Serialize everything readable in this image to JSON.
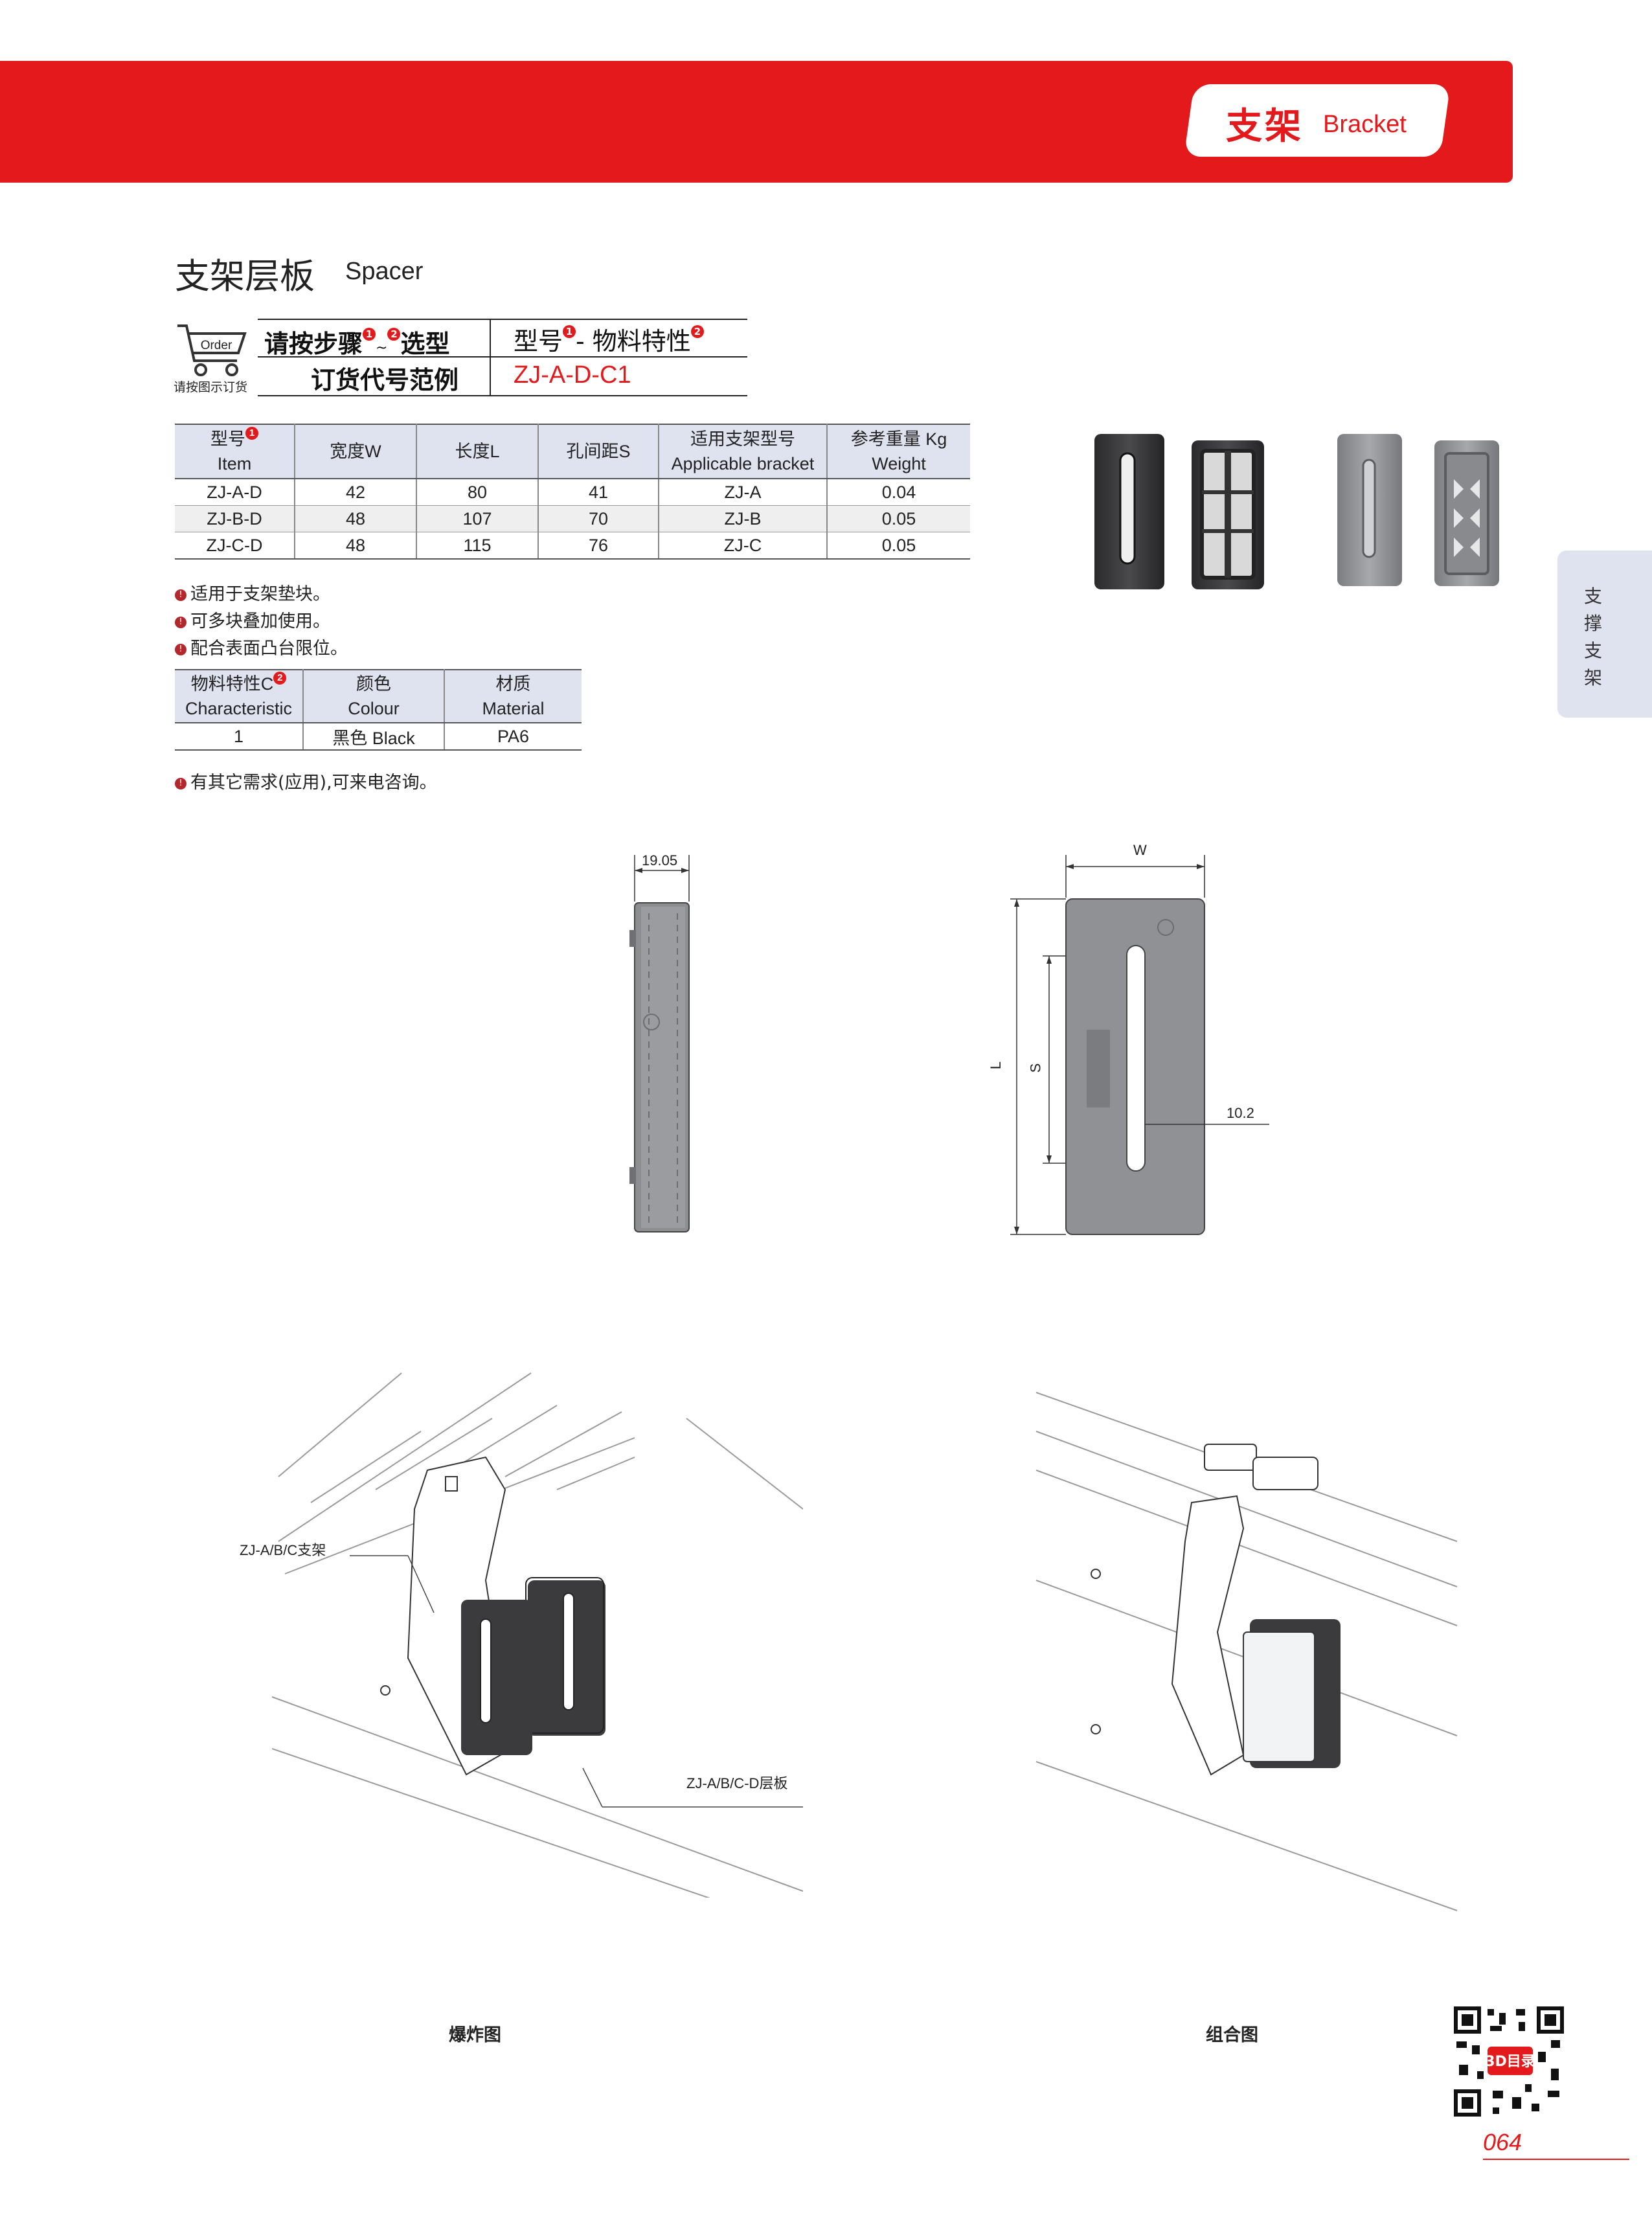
{
  "header": {
    "category_zh": "支架",
    "category_en": "Bracket"
  },
  "side_tab": {
    "label": "支撑支架"
  },
  "title": {
    "zh": "支架层板",
    "en": "Spacer"
  },
  "order": {
    "icon_label": "Order",
    "caption": "请按图示订货",
    "step_text_a": "请按步骤",
    "step_text_b": "选型",
    "model_label": "型号",
    "model_sep": "- 物料特性",
    "example_label": "订货代号范例",
    "example_value": "ZJ-A-D-C1",
    "badge_1": "1",
    "badge_2": "2",
    "tilde": "~"
  },
  "spec_table": {
    "headers": [
      {
        "zh": "型号",
        "en": "Item",
        "badge": "1"
      },
      {
        "zh": "宽度W"
      },
      {
        "zh": "长度L"
      },
      {
        "zh": "孔间距S"
      },
      {
        "zh": "适用支架型号",
        "en": "Applicable bracket"
      },
      {
        "zh": "参考重量 Kg",
        "en": "Weight"
      }
    ],
    "rows": [
      [
        "ZJ-A-D",
        "42",
        "80",
        "41",
        "ZJ-A",
        "0.04"
      ],
      [
        "ZJ-B-D",
        "48",
        "107",
        "70",
        "ZJ-B",
        "0.05"
      ],
      [
        "ZJ-C-D",
        "48",
        "115",
        "76",
        "ZJ-C",
        "0.05"
      ]
    ]
  },
  "notes": [
    "适用于支架垫块。",
    "可多块叠加使用。",
    "配合表面凸台限位。"
  ],
  "char_table": {
    "headers": [
      {
        "zh": "物料特性C",
        "en": "Characteristic",
        "badge": "2"
      },
      {
        "zh": "颜色",
        "en": "Colour"
      },
      {
        "zh": "材质",
        "en": "Material"
      }
    ],
    "rows": [
      [
        "1",
        "黑色 Black",
        "PA6"
      ]
    ]
  },
  "contact_note": "有其它需求(应用),可来电咨询。",
  "dimensions": {
    "thickness": "19.05",
    "width_label": "W",
    "length_label": "L",
    "spacing_label": "S",
    "slot_width": "10.2"
  },
  "callouts": {
    "bracket": "ZJ-A/B/C支架",
    "spacer": "ZJ-A/B/C-D层板"
  },
  "captions": {
    "exploded": "爆炸图",
    "assembled": "组合图"
  },
  "qr_label": "3D目录",
  "page_number": "064",
  "colors": {
    "accent": "#e3191b",
    "header_fill": "#dfe2ef",
    "part_black": "#3b3b3d",
    "part_grey": "#8f9193"
  }
}
